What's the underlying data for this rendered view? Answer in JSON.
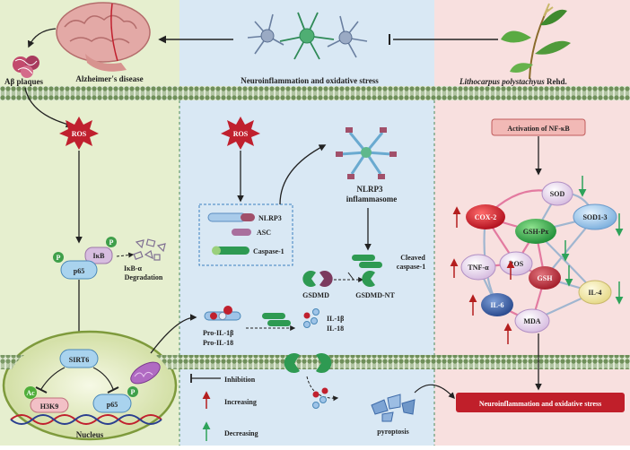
{
  "colors": {
    "left_bg": "#e6efcf",
    "mid_bg": "#d9e8f4",
    "right_bg": "#f8e0df",
    "membrane": "#6f8f5a",
    "ros": "#c0202e",
    "increase_arrow": "#b41e1e",
    "decrease_arrow": "#2ea35a",
    "outcome_box": "#c01f2a",
    "nfkb_box": "#f2b9b6"
  },
  "top": {
    "alzheimers": "Alzheimer's disease",
    "neuro": "Neuroinflammation and oxidative stress",
    "plant_italic": "Lithocarpus polystachyus",
    "plant_rest": " Rehd."
  },
  "left": {
    "plaques": "Aβ plaques",
    "ros": "ROS",
    "p_badge": "P",
    "ikb": "IκB",
    "p65": "p65",
    "degradation_l1": "IκB-α",
    "degradation_l2": "Degradation",
    "sirt6": "SIRT6",
    "ac": "Ac",
    "h3k9": "H3K9",
    "nucleus": "Nucleus"
  },
  "middle": {
    "ros": "ROS",
    "nlrp3": "NLRP3",
    "asc": "ASC",
    "caspase1": "Caspase-1",
    "inflammasome_l1": "NLRP3",
    "inflammasome_l2": "inflammasome",
    "cleaved_l1": "Cleaved",
    "cleaved_l2": "caspase-1",
    "gsdmd": "GSDMD",
    "gsdmd_nt": "GSDMD-NT",
    "pro_il1b": "Pro-IL-1β",
    "pro_il18": "Pro-IL-18",
    "il1b": "IL-1β",
    "il18": "IL-18",
    "pyroptosis": "pyroptosis"
  },
  "legend": {
    "inhibition": "Inhibition",
    "increasing": "Increasing",
    "decreasing": "Decreasing"
  },
  "right": {
    "nfkb": "Activation of NF-κB",
    "sod": "SOD",
    "cox2": "COX-2",
    "sod13": "SOD1-3",
    "gshpx": "GSH-Px",
    "tnfa": "TNF-α",
    "ros": "ROS",
    "gsh": "GSH",
    "il4": "IL-4",
    "il6": "IL-6",
    "mda": "MDA",
    "outcome": "Neuroinflammation and oxidative stress"
  }
}
